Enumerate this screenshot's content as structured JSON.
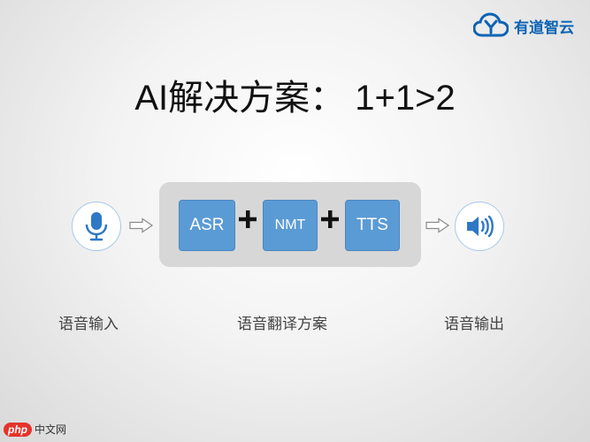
{
  "logo": {
    "text": "有道智云",
    "icon": "cloud-y-icon",
    "color": "#0b63b4"
  },
  "title": "AI解决方案： 1+1>2",
  "pipeline": {
    "tiles": [
      "ASR",
      "NMT",
      "TTS"
    ],
    "tile_color": "#5b9bd5",
    "box_color": "#d7d7d7",
    "operator": "+"
  },
  "icons": {
    "input": "microphone-icon",
    "output": "speaker-icon",
    "arrow": "hollow-arrow-right-icon"
  },
  "captions": {
    "input": "语音输入",
    "translation": "语音翻译方案",
    "output": "语音输出"
  },
  "watermark": {
    "badge": "php",
    "text": "中文网"
  }
}
